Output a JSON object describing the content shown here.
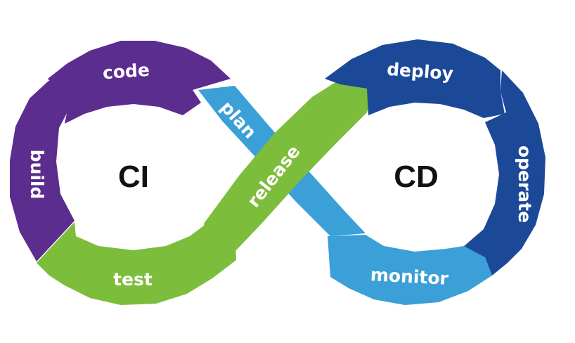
{
  "diagram": {
    "left_loop_label": "CI",
    "right_loop_label": "CD",
    "segments": {
      "code": {
        "label": "code",
        "color": "#5b2d8e"
      },
      "build": {
        "label": "build",
        "color": "#5b2d8e"
      },
      "test": {
        "label": "test",
        "color": "#7dbd3c"
      },
      "release": {
        "label": "release",
        "color": "#7dbd3c"
      },
      "plan": {
        "label": "plan",
        "color": "#3b9fd8"
      },
      "monitor": {
        "label": "monitor",
        "color": "#3b9fd8"
      },
      "deploy": {
        "label": "deploy",
        "color": "#1c4898"
      },
      "operate": {
        "label": "operate",
        "color": "#1c4898"
      }
    }
  }
}
